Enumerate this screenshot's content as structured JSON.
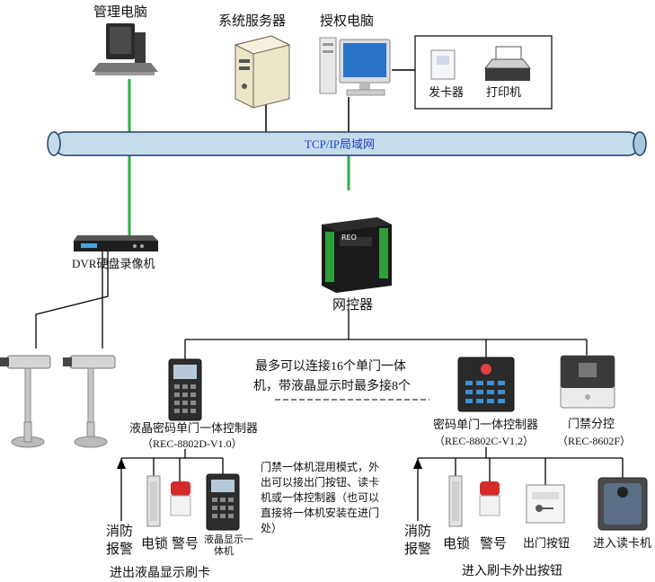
{
  "network": {
    "bus_label": "TCP/IP局域网"
  },
  "devices": {
    "mgmt_pc": "管理电脑",
    "server": "系统服务器",
    "auth_pc": "授权电脑",
    "card_issuer": "发卡器",
    "printer": "打印机",
    "dvr": "DVR硬盘录像机",
    "net_controller": "网控器",
    "net_controller_brand": "REO"
  },
  "note_top": {
    "line1": "最多可以连接16个单门一体",
    "line2": "机，带液晶显示时最多接8个"
  },
  "controllers": [
    {
      "name": "液晶密码单门一体控制器",
      "model": "（REC-8802D-V1.0）"
    },
    {
      "name": "密码单门一体控制器",
      "model": "（REC-8802C-V1.2）"
    },
    {
      "name": "门禁分控",
      "model": "（REC-8602F）"
    }
  ],
  "note_mid": {
    "lines": [
      "门禁一体机混用模式，外",
      "出可以接出门按钮、读卡",
      "机或一体控制器（也可以",
      "直接将一体机安装在进门",
      "处）"
    ]
  },
  "left_group": {
    "fire1": "消防",
    "fire2": "报警",
    "lock": "电锁",
    "alarm": "警号",
    "lcd_unit1": "液晶显示一",
    "lcd_unit2": "体机",
    "caption": "进出液晶显示刷卡"
  },
  "right_group": {
    "fire1": "消防",
    "fire2": "报警",
    "lock": "电锁",
    "alarm": "警号",
    "exit_button": "出门按钮",
    "reader": "进入读卡机",
    "caption": "进入刷卡外出按钮"
  },
  "colors": {
    "bus": "#c5dceb",
    "bus_edge": "#1f3f6b",
    "link_green": "#2fae4a",
    "line": "#000000"
  }
}
